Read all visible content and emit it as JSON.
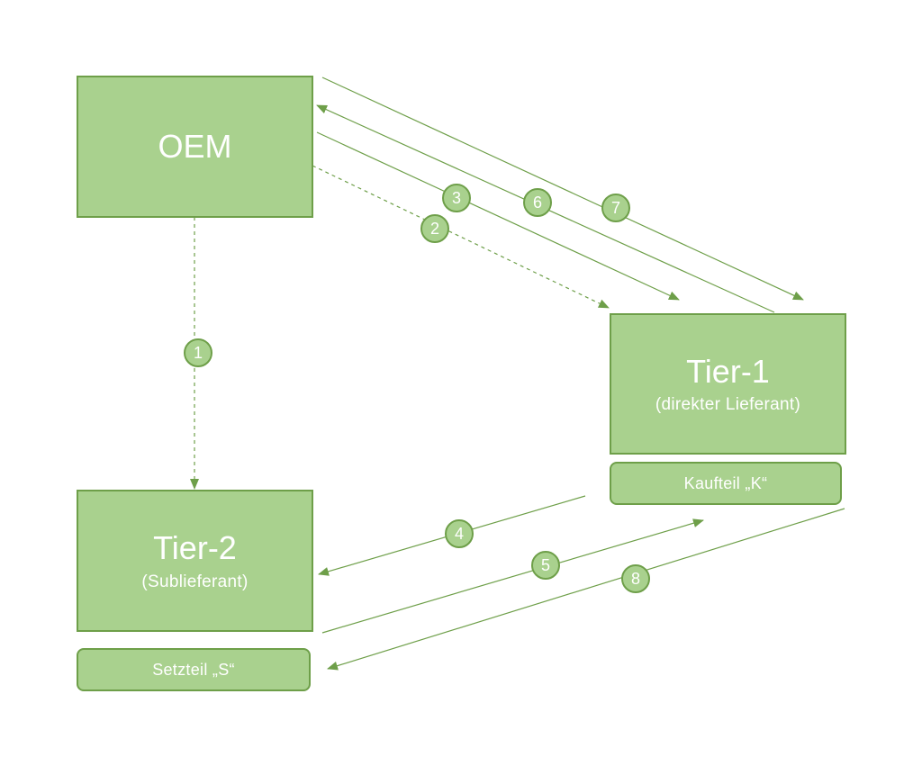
{
  "nodes": {
    "oem": {
      "title": "OEM"
    },
    "tier1": {
      "title": "Tier-1",
      "subtitle": "(direkter Lieferant)"
    },
    "tier2": {
      "title": "Tier-2",
      "subtitle": "(Sublieferant)"
    }
  },
  "tags": {
    "kaufteil": "Kaufteil „K“",
    "setzteil": "Setzteil „S“"
  },
  "steps": {
    "s1": "1",
    "s2": "2",
    "s3": "3",
    "s4": "4",
    "s5": "5",
    "s6": "6",
    "s7": "7",
    "s8": "8"
  },
  "colors": {
    "fill": "#a9d18e",
    "border": "#6e9f49",
    "line": "#6e9f49",
    "text": "#ffffff"
  }
}
